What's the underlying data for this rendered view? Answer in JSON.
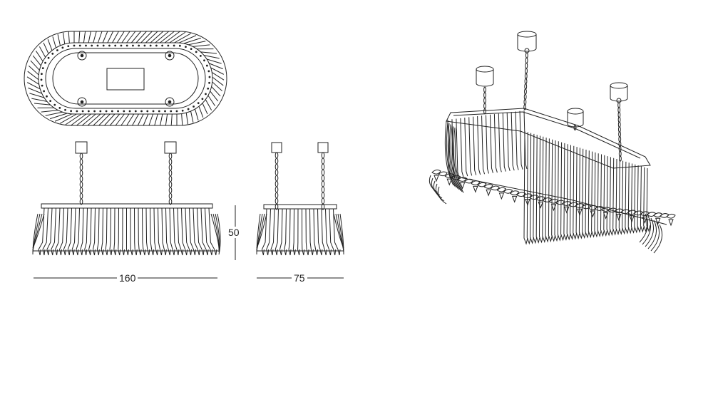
{
  "dimensions": {
    "length": "160",
    "height": "50",
    "width": "75"
  },
  "colors": {
    "line": "#222222",
    "background": "#ffffff"
  }
}
